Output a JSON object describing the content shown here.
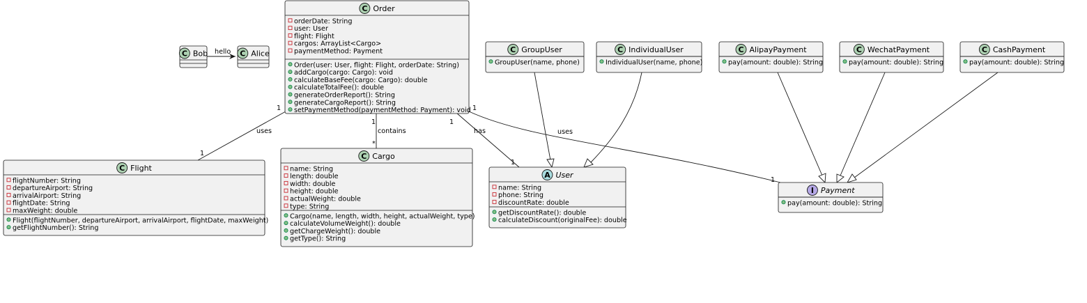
{
  "classes": {
    "order": {
      "title": "Order",
      "badge": "C",
      "fields": [
        "orderDate: String",
        "user: User",
        "flight: Flight",
        "cargos: ArrayList<Cargo>",
        "paymentMethod: Payment"
      ],
      "methods": [
        "Order(user: User, flight: Flight, orderDate: String)",
        "addCargo(cargo: Cargo): void",
        "calculateBaseFee(cargo: Cargo): double",
        "calculateTotalFee(): double",
        "generateOrderReport(): String",
        "generateCargoReport(): String",
        "setPaymentMethod(paymentMethod: Payment): void"
      ]
    },
    "bob": {
      "title": "Bob",
      "badge": "C"
    },
    "alice": {
      "title": "Alice",
      "badge": "C"
    },
    "flight": {
      "title": "Flight",
      "badge": "C",
      "fields": [
        "flightNumber: String",
        "departureAirport: String",
        "arrivalAirport: String",
        "flightDate: String",
        "maxWeight: double"
      ],
      "methods": [
        "Flight(flightNumber, departureAirport, arrivalAirport, flightDate, maxWeight)",
        "getFlightNumber(): String"
      ]
    },
    "cargo": {
      "title": "Cargo",
      "badge": "C",
      "fields": [
        "name: String",
        "length: double",
        "width: double",
        "height: double",
        "actualWeight: double",
        "type: String"
      ],
      "methods": [
        "Cargo(name, length, width, height, actualWeight, type)",
        "calculateVolumeWeight(): double",
        "getChargeWeight(): double",
        "getType(): String"
      ]
    },
    "user": {
      "title": "User",
      "badge": "A",
      "fields": [
        "name: String",
        "phone: String",
        "discountRate: double"
      ],
      "methods": [
        "getDiscountRate(): double",
        "calculateDiscount(originalFee): double"
      ]
    },
    "group_user": {
      "title": "GroupUser",
      "badge": "C",
      "methods": [
        "GroupUser(name, phone)"
      ]
    },
    "individual_user": {
      "title": "IndividualUser",
      "badge": "C",
      "methods": [
        "IndividualUser(name, phone)"
      ]
    },
    "alipay_payment": {
      "title": "AlipayPayment",
      "badge": "C",
      "methods": [
        "pay(amount: double): String"
      ]
    },
    "wechat_payment": {
      "title": "WechatPayment",
      "badge": "C",
      "methods": [
        "pay(amount: double): String"
      ]
    },
    "cash_payment": {
      "title": "CashPayment",
      "badge": "C",
      "methods": [
        "pay(amount: double): String"
      ]
    },
    "payment": {
      "title": "Payment",
      "badge": "I",
      "methods": [
        "pay(amount: double): String"
      ]
    }
  },
  "relations": {
    "hello": {
      "label": "hello"
    },
    "order_flight": {
      "label": "uses",
      "from_mult": "1",
      "to_mult": "1"
    },
    "order_cargo": {
      "label": "contains",
      "from_mult": "1",
      "to_mult": "*"
    },
    "order_user": {
      "label": "has",
      "from_mult": "1",
      "to_mult": "1"
    },
    "order_payment": {
      "label": "uses",
      "from_mult": "1",
      "to_mult": "1"
    }
  }
}
